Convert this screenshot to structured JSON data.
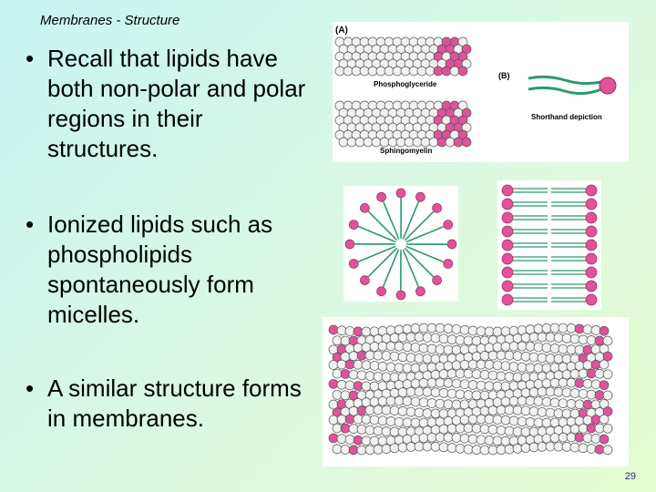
{
  "slide": {
    "title": "Membranes - Structure",
    "page_number": "29",
    "bullets": [
      {
        "symbol": "•",
        "text": "Recall that lipids have both non-polar and polar regions in their structures."
      },
      {
        "symbol": "•",
        "text": "Ionized lipids such as phospholipids spontaneously form micelles."
      },
      {
        "symbol": "•",
        "text": "A similar structure forms in membranes."
      }
    ]
  },
  "figure_a": {
    "panel_a_label": "(A)",
    "panel_b_label": "(B)",
    "phosphoglyceride_label": "Phosphoglyceride",
    "sphingomyelin_label": "Sphingomyelin",
    "shorthand_label": "Shorthand depiction"
  },
  "colors": {
    "head": "#e0529a",
    "tail": "#2a9a6a",
    "atom": "#f2f2f2",
    "atom_stroke": "#555555"
  }
}
